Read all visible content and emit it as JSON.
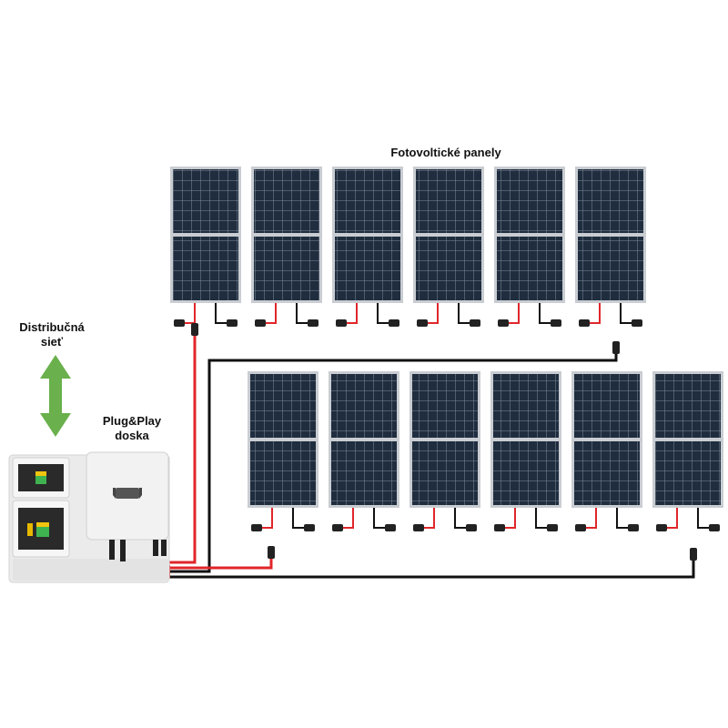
{
  "labels": {
    "panels_title": "Fotovoltické panely",
    "grid_line1": "Distribučná",
    "grid_line2": "sieť",
    "board_line1": "Plug&Play",
    "board_line2": "doska"
  },
  "strings": [
    {
      "name": "upper-string",
      "panel_count": 6
    },
    {
      "name": "lower-string",
      "panel_count": 6
    }
  ],
  "colors": {
    "panel_cell": "#1f2d3f",
    "panel_grid": "#7f8b99",
    "panel_frame": "#c9cdd2",
    "cable_positive": "#e0262a",
    "cable_negative": "#111111",
    "arrow": "#6ab04c",
    "inverter_body": "#f2f2f2",
    "board_body": "#ebebeb"
  },
  "icons": {
    "grid_arrow": "double-arrow-vertical-icon",
    "inverter": "inverter-icon",
    "switchboard": "electrical-board-icon",
    "connector": "mc4-connector-icon"
  }
}
